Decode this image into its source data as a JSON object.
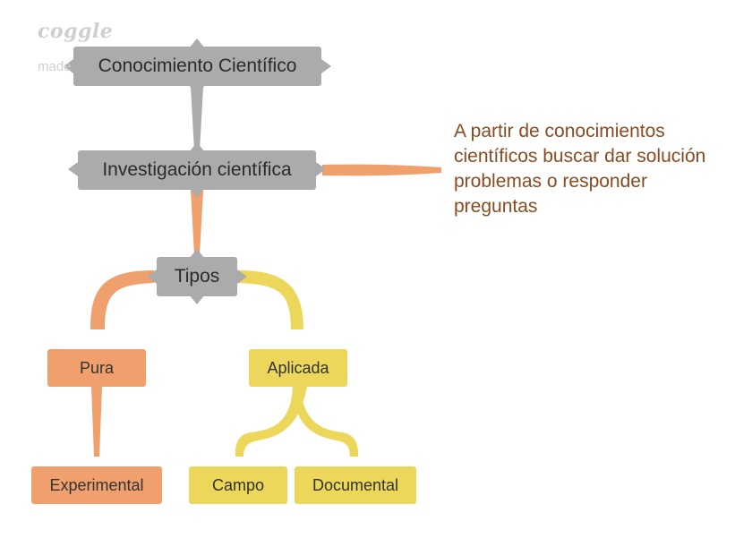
{
  "brand": {
    "logo": "coggle",
    "tagline": "made for free at coggle.it"
  },
  "nodes": {
    "root": "Conocimiento Científico",
    "investigacion": "Investigación científica",
    "tipos": "Tipos",
    "pura": "Pura",
    "aplicada": "Aplicada",
    "experimental": "Experimental",
    "campo": "Campo",
    "documental": "Documental"
  },
  "note": {
    "text": "A partir de conocimientos científicos buscar dar solución problemas o responder preguntas"
  },
  "colors": {
    "central": "#ababab",
    "branch_orange": "#f0a06c",
    "branch_yellow": "#ecd75a",
    "note_text": "#8b4a1f"
  }
}
